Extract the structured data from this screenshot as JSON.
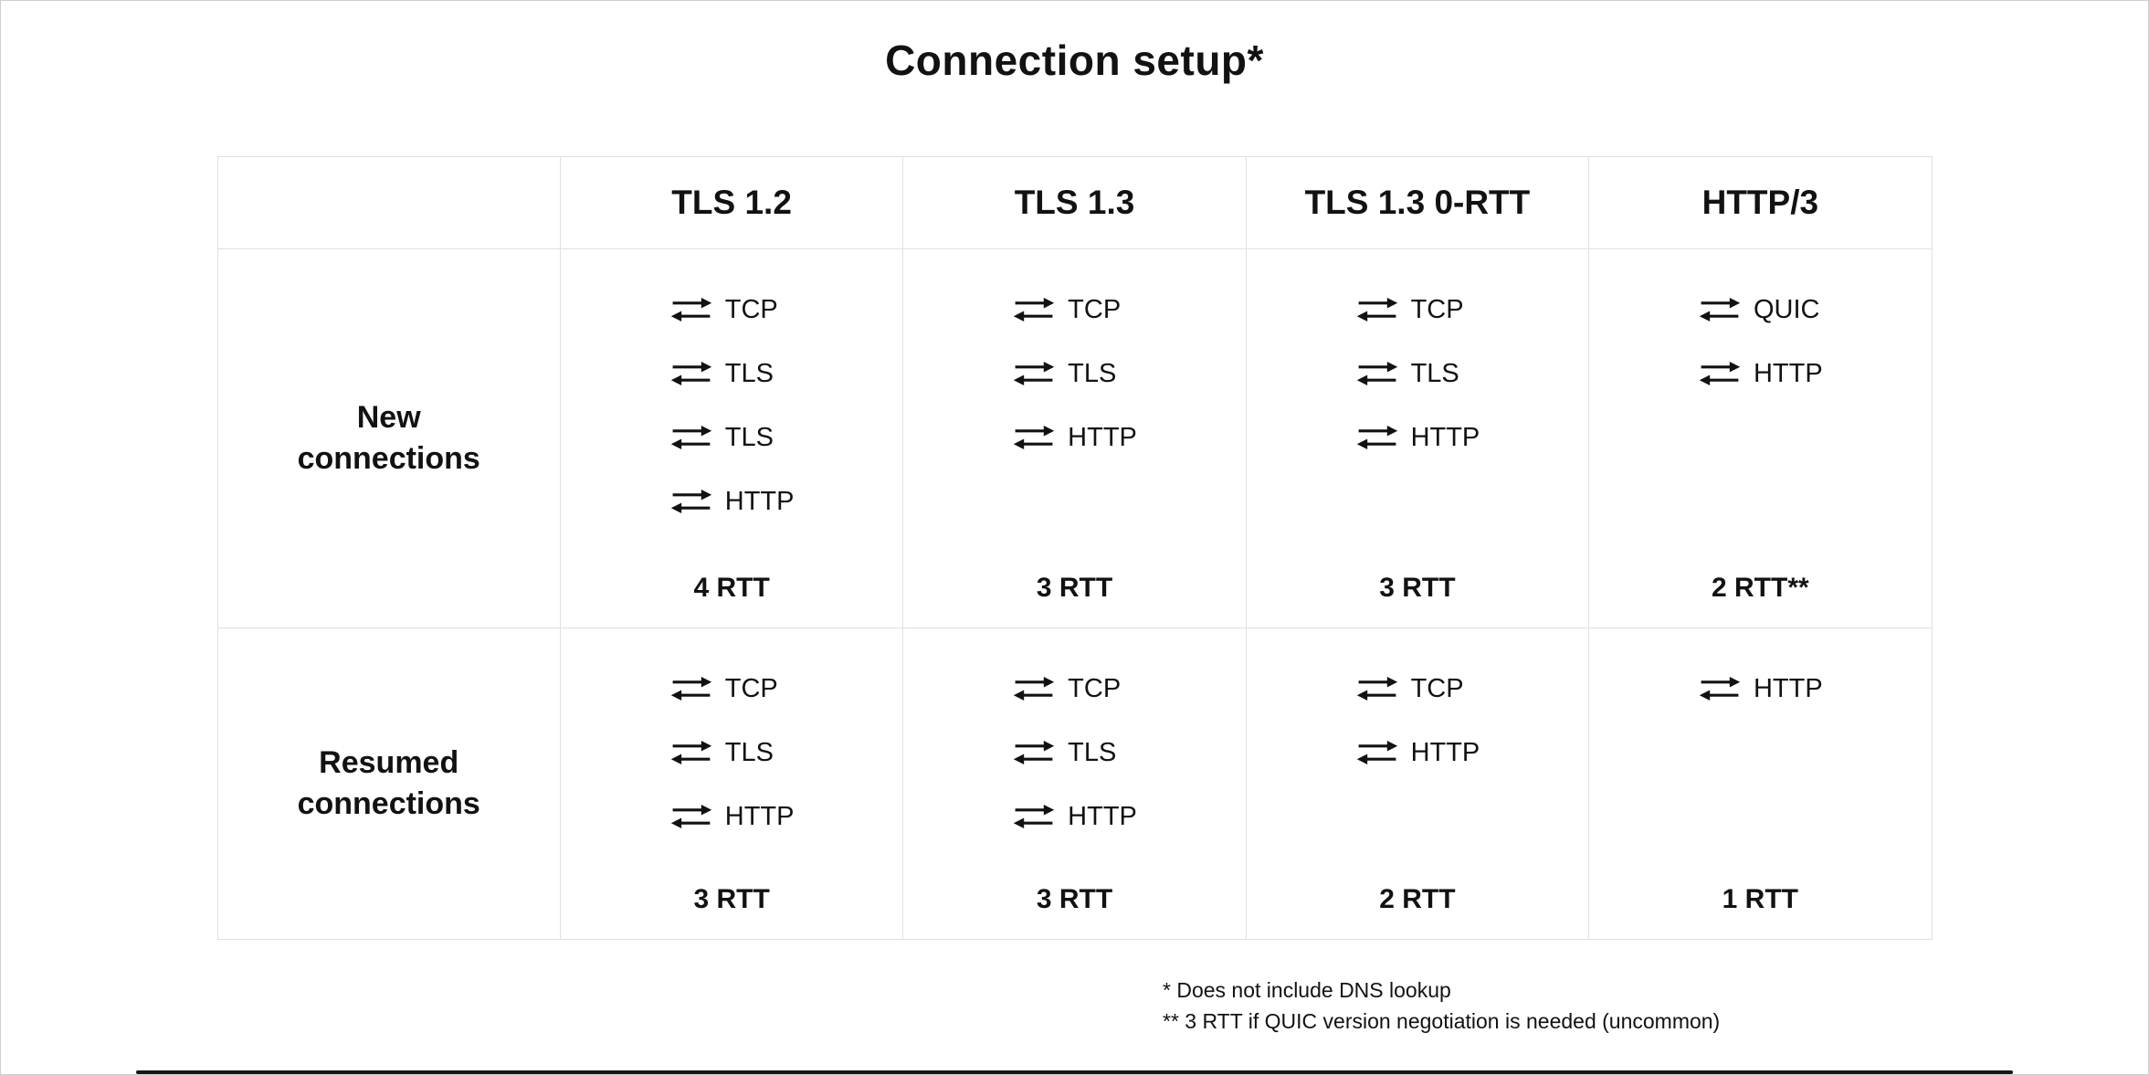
{
  "title": "Connection setup*",
  "icons": {
    "round_trip_arrow": "⇄"
  },
  "table": {
    "columns": [
      "",
      "TLS 1.2",
      "TLS 1.3",
      "TLS 1.3 0-RTT",
      "HTTP/3"
    ],
    "rows": [
      {
        "label": "New connections",
        "cells": [
          {
            "steps": [
              "TCP",
              "TLS",
              "TLS",
              "HTTP"
            ],
            "rtt": "4 RTT"
          },
          {
            "steps": [
              "TCP",
              "TLS",
              "HTTP"
            ],
            "rtt": "3 RTT"
          },
          {
            "steps": [
              "TCP",
              "TLS",
              "HTTP"
            ],
            "rtt": "3 RTT"
          },
          {
            "steps": [
              "QUIC",
              "HTTP"
            ],
            "rtt": "2 RTT**"
          }
        ]
      },
      {
        "label": "Resumed connections",
        "cells": [
          {
            "steps": [
              "TCP",
              "TLS",
              "HTTP"
            ],
            "rtt": "3 RTT"
          },
          {
            "steps": [
              "TCP",
              "TLS",
              "HTTP"
            ],
            "rtt": "3 RTT"
          },
          {
            "steps": [
              "TCP",
              "HTTP"
            ],
            "rtt": "2 RTT"
          },
          {
            "steps": [
              "HTTP"
            ],
            "rtt": "1 RTT"
          }
        ]
      }
    ]
  },
  "footnotes": [
    "* Does not include DNS lookup",
    "** 3 RTT if QUIC version negotiation is needed (uncommon)"
  ]
}
